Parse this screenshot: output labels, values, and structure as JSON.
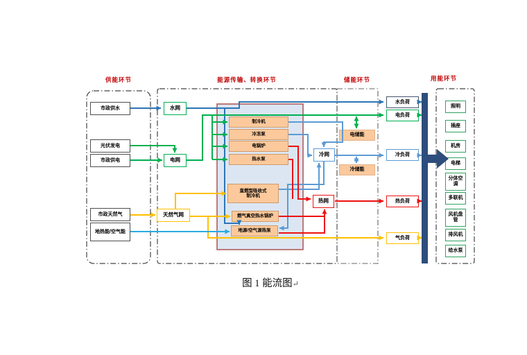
{
  "figure": {
    "caption": "图 1 能流图",
    "paragraph_mark": "↵"
  },
  "sections": {
    "supply": {
      "label": "供能环节"
    },
    "conversion": {
      "label": "能源传输、转换环节"
    },
    "storage": {
      "label": "储能环节"
    },
    "consumption": {
      "label": "用能环节"
    }
  },
  "sources": {
    "municipal_water": {
      "label": "市政供水"
    },
    "pv_power": {
      "label": "光伏发电"
    },
    "municipal_power": {
      "label": "市政供电"
    },
    "municipal_gas": {
      "label": "市政天然气"
    },
    "geothermal_air": {
      "label": "地热能/空气能"
    }
  },
  "networks": {
    "water": {
      "label": "水网"
    },
    "power": {
      "label": "电网"
    },
    "gas": {
      "label": "天然气网"
    },
    "cooling": {
      "label": "冷网"
    },
    "heating": {
      "label": "热网"
    }
  },
  "converters": {
    "chiller": {
      "label": "制冷机"
    },
    "chilled_water_pump": {
      "label": "冷冻泵"
    },
    "electric_boiler": {
      "label": "电锅炉"
    },
    "hot_water_pump": {
      "label": "热水泵"
    },
    "absorption_chiller_line1": "直燃型吸收式",
    "absorption_chiller_line2": "制冷机",
    "gas_boiler": {
      "label": "燃气真空热水锅炉"
    },
    "ground_air_heat_pump": {
      "label": "地源/空气源热泵"
    }
  },
  "storage_units": {
    "electricity": {
      "label": "电储能"
    },
    "cooling": {
      "label": "冷储能"
    }
  },
  "loads": {
    "water": {
      "label": "水负荷"
    },
    "electricity": {
      "label": "电负荷"
    },
    "cooling": {
      "label": "冷负荷"
    },
    "heating": {
      "label": "热负荷"
    },
    "gas": {
      "label": "气负荷"
    }
  },
  "end_uses": [
    "照明",
    "插座",
    "机房",
    "电梯",
    "分体空调",
    "多联机",
    "风机盘管",
    "排风机",
    "给水泵"
  ],
  "colors": {
    "water_flow": "#2e75b6",
    "electricity_flow": "#00b050",
    "cooling_flow": "#5b9bd5",
    "heating_flow": "#ee1111",
    "gas_flow": "#ffc000",
    "geothermal_flow": "#29abe2",
    "bus_bar": "#2d4d7c",
    "section_label": "#c00000",
    "component_fill": "#fbc99b",
    "conversion_area_fill": "#dce6f2",
    "conversion_area_border": "#b05c5c"
  }
}
